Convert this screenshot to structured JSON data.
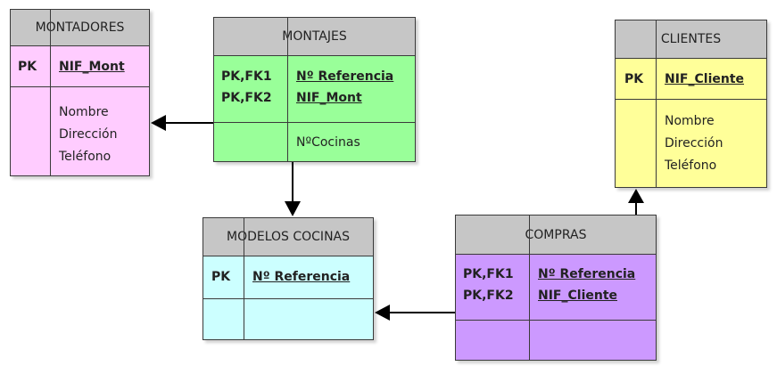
{
  "colors": {
    "montadores": "#ffccff",
    "montajes": "#99ff99",
    "clientes": "#ffff99",
    "modelos_cocinas": "#ccffff",
    "compras": "#cc99ff",
    "header": "#c6c6c6"
  },
  "entities": {
    "montadores": {
      "title": "MONTADORES",
      "keys": [
        "PK"
      ],
      "pk_fields": [
        "NIF_Mont"
      ],
      "attributes": [
        "Nombre",
        "Dirección",
        "Teléfono"
      ]
    },
    "montajes": {
      "title": "MONTAJES",
      "keys": [
        "PK,FK1",
        "PK,FK2"
      ],
      "pk_fields": [
        "Nº Referencia",
        "NIF_Mont"
      ],
      "attributes": [
        "NºCocinas"
      ]
    },
    "clientes": {
      "title": "CLIENTES",
      "keys": [
        "PK"
      ],
      "pk_fields": [
        "NIF_Cliente"
      ],
      "attributes": [
        "Nombre",
        "Dirección",
        "Teléfono"
      ]
    },
    "modelos_cocinas": {
      "title": "MODELOS COCINAS",
      "keys": [
        "PK"
      ],
      "pk_fields": [
        "Nº Referencia"
      ],
      "attributes": []
    },
    "compras": {
      "title": "COMPRAS",
      "keys": [
        "PK,FK1",
        "PK,FK2"
      ],
      "pk_fields": [
        "Nº Referencia",
        "NIF_Cliente"
      ],
      "attributes": []
    }
  }
}
